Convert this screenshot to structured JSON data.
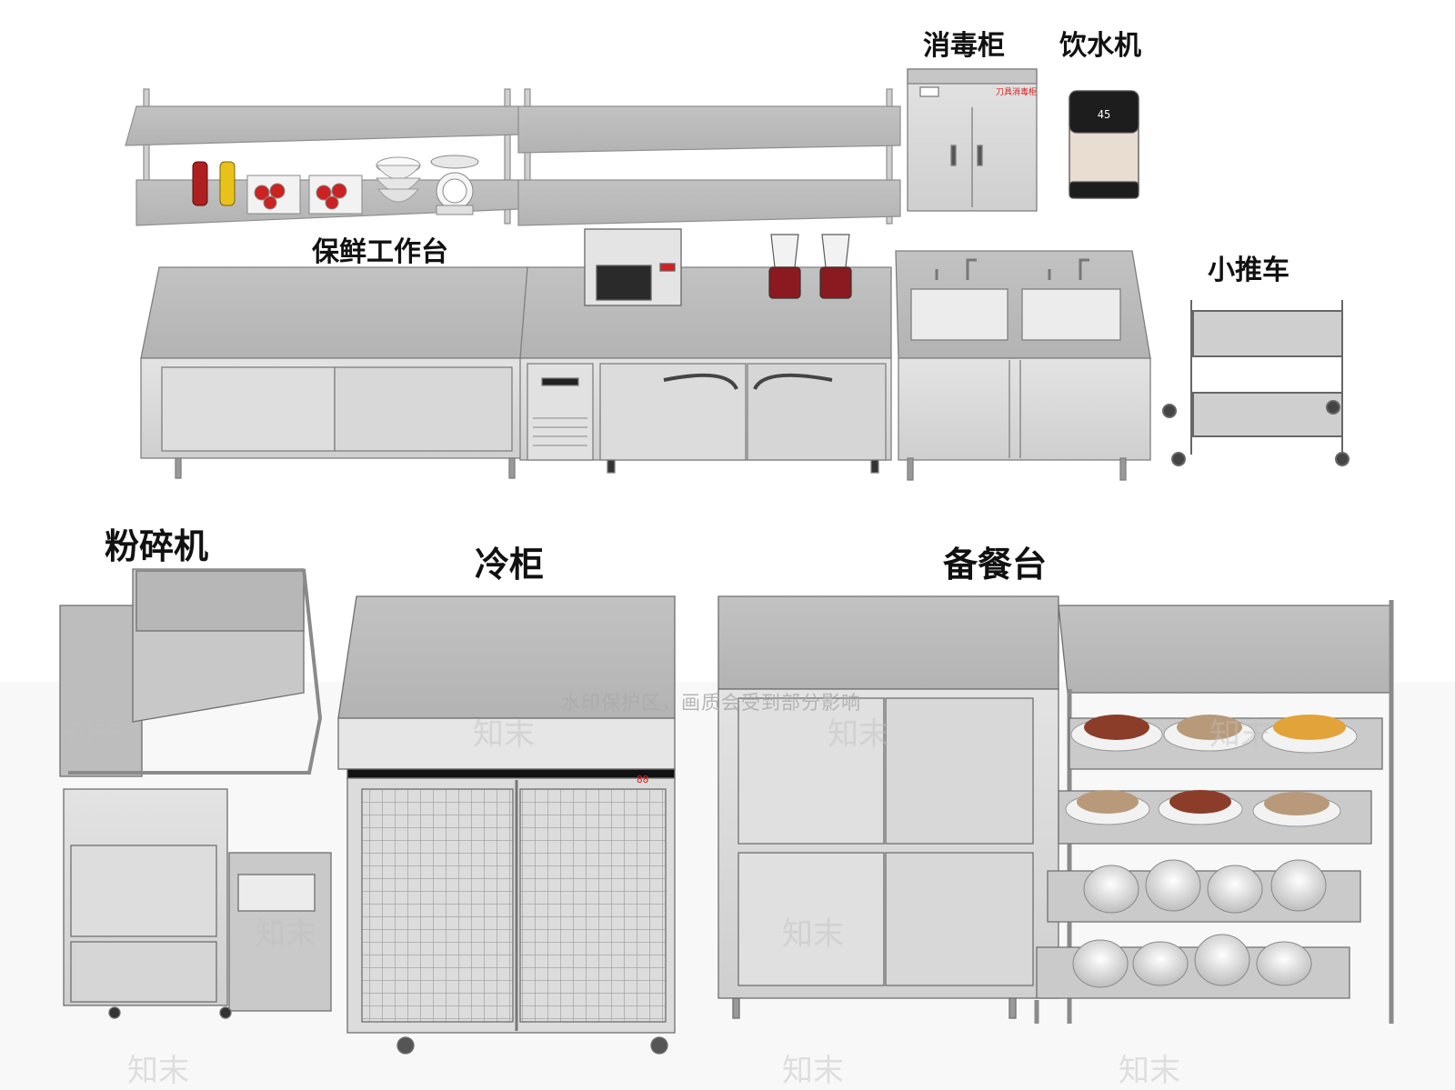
{
  "labels": {
    "sterilizer": "消毒柜",
    "water_dispenser": "饮水机",
    "fresh_workbench": "保鲜工作台",
    "trolley": "小推车",
    "crusher": "粉碎机",
    "cold_cabinet": "冷柜",
    "serving_table": "备餐台"
  },
  "device_text": {
    "sterilizer_brand": "刀具消毒柜",
    "dispenser_display": "45",
    "fridge_display": "88"
  },
  "watermark": {
    "notice": "水印保护区，画质会受到部分影响",
    "logo": "知末"
  },
  "colors": {
    "steel": "#d9d9d9",
    "steel_dark": "#a9a9a9",
    "steel_top": "#c4c4c4",
    "sauce_red": "#b01f1f",
    "mustard": "#e8c21a",
    "display_red": "#d81e1e"
  }
}
